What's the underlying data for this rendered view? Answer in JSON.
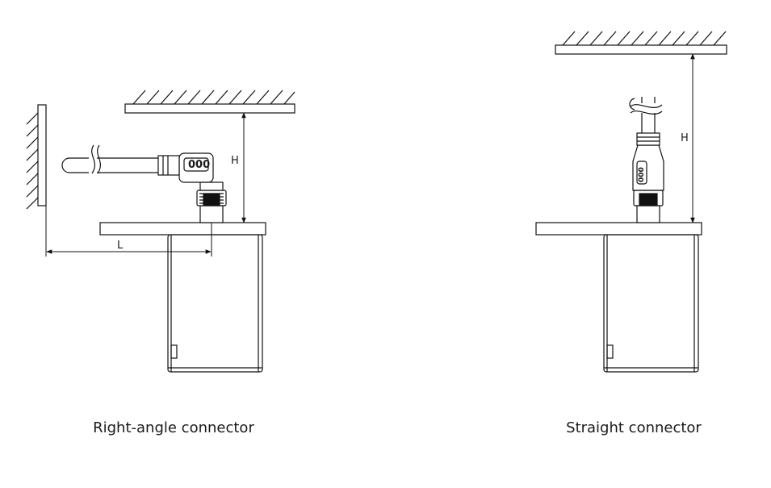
{
  "diagrams": [
    {
      "caption": "Right-angle connector",
      "dimensions": [
        "H",
        "L"
      ],
      "connector_digits": "000"
    },
    {
      "caption": "Straight connector",
      "dimensions": [
        "H"
      ],
      "connector_digits": "000"
    }
  ]
}
